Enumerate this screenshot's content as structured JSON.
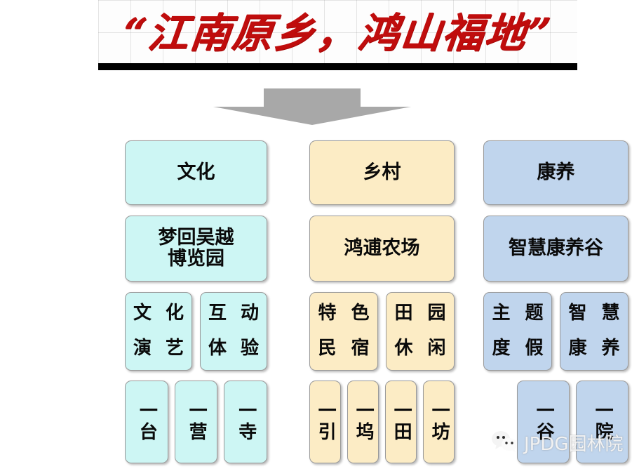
{
  "title": {
    "text": "“江南原乡，鸿山福地”"
  },
  "arrow": {
    "icon": "down-arrow-icon",
    "color": "#a8a8a8"
  },
  "colors": {
    "culture": "#cdf6f4",
    "village": "#fcecc5",
    "wellness": "#c0d5ed",
    "title_red": "#c00d0d",
    "border": "#9a9a9a"
  },
  "columns": [
    {
      "id": "culture",
      "theme": "cyan",
      "tier1": "文化",
      "tier2": [
        "梦回吴越",
        "博览园"
      ],
      "tier3": [
        {
          "chars": [
            "文",
            "化",
            "演",
            "艺"
          ]
        },
        {
          "chars": [
            "互",
            "动",
            "体",
            "验"
          ]
        }
      ],
      "tier4": [
        "一台",
        "一营",
        "一寺"
      ]
    },
    {
      "id": "village",
      "theme": "cream",
      "tier1": "乡村",
      "tier2": [
        "鸿逋农场"
      ],
      "tier3": [
        {
          "chars": [
            "特",
            "色",
            "民",
            "宿"
          ]
        },
        {
          "chars": [
            "田",
            "园",
            "休",
            "闲"
          ]
        }
      ],
      "tier4": [
        "一引",
        "一坞",
        "一田",
        "一坊"
      ]
    },
    {
      "id": "wellness",
      "theme": "blue",
      "tier1": "康养",
      "tier2": [
        "智慧康养谷"
      ],
      "tier3": [
        {
          "chars": [
            "主",
            "题",
            "度",
            "假"
          ]
        },
        {
          "chars": [
            "智",
            "慧",
            "康",
            "养"
          ]
        }
      ],
      "tier4": [
        "一谷",
        "一院"
      ]
    }
  ],
  "watermark": {
    "icon": "wechat-icon",
    "text": "JPDG园林院"
  }
}
